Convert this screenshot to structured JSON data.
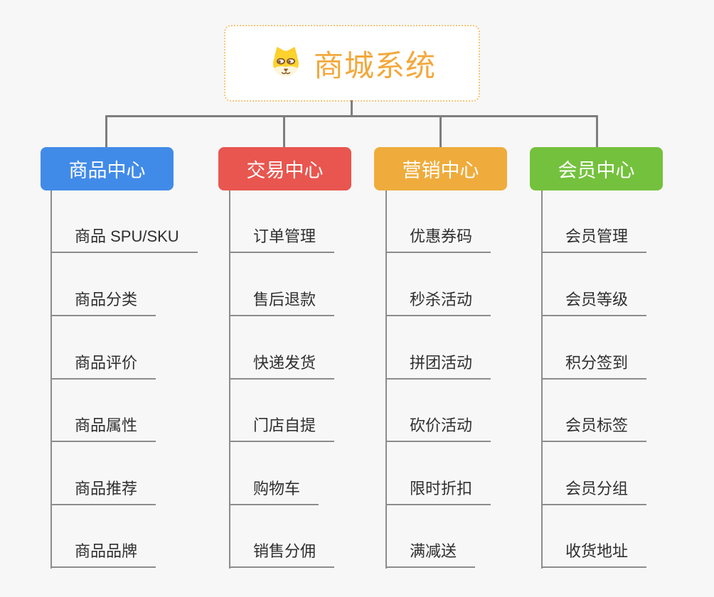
{
  "root": {
    "title": "商城系统",
    "icon": "dog-face-icon"
  },
  "branches": [
    {
      "label": "商品中心",
      "color": "#418be8",
      "items": [
        "商品 SPU/SKU",
        "商品分类",
        "商品评价",
        "商品属性",
        "商品推荐",
        "商品品牌"
      ]
    },
    {
      "label": "交易中心",
      "color": "#e8564f",
      "items": [
        "订单管理",
        "售后退款",
        "快递发货",
        "门店自提",
        "购物车",
        "销售分佣"
      ]
    },
    {
      "label": "营销中心",
      "color": "#efac3c",
      "items": [
        "优惠券码",
        "秒杀活动",
        "拼团活动",
        "砍价活动",
        "限时折扣",
        "满减送"
      ]
    },
    {
      "label": "会员中心",
      "color": "#74c13d",
      "items": [
        "会员管理",
        "会员等级",
        "积分签到",
        "会员标签",
        "会员分组",
        "收货地址"
      ]
    }
  ],
  "colors": {
    "background": "#f7f7f7",
    "root_text": "#f2a83c",
    "root_border": "#f6c67a",
    "connector": "#7e7e7e",
    "leaf_underline": "#8c8c8c",
    "leaf_text": "#2f2f2f"
  }
}
